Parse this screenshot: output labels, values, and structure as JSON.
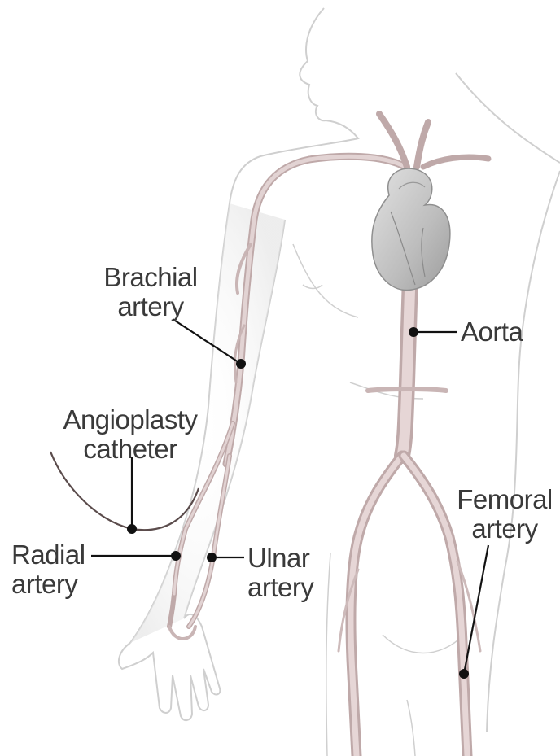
{
  "labels": {
    "brachial": [
      "Brachial",
      "artery"
    ],
    "angioplasty": [
      "Angioplasty",
      "catheter"
    ],
    "radial": [
      "Radial",
      "artery"
    ],
    "ulnar": [
      "Ulnar",
      "artery"
    ],
    "aorta": [
      "Aorta"
    ],
    "femoral": [
      "Femoral",
      "artery"
    ]
  },
  "colors": {
    "vessel": "#d9c6c6",
    "vessel_edge": "#b9a3a3",
    "heart": "#c8c8c8",
    "outline": "#cfcfcf",
    "leader": "#111111",
    "text": "#3a3a3a"
  }
}
